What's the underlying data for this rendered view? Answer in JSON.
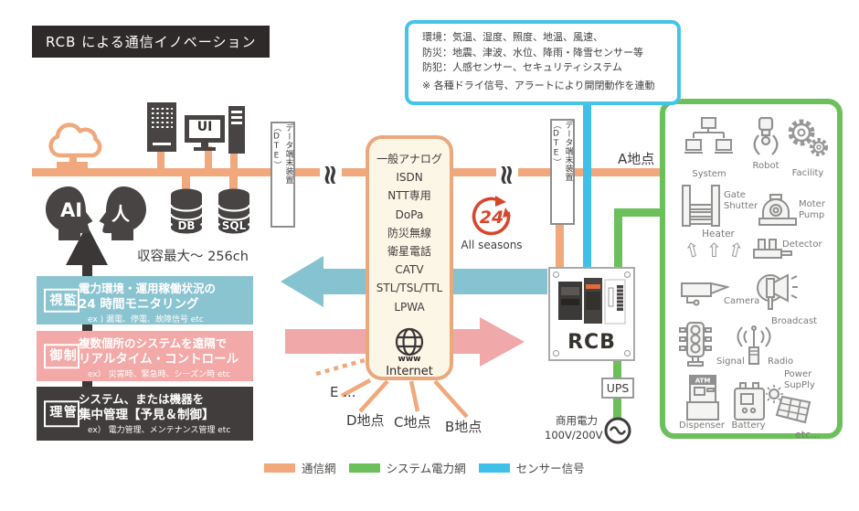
{
  "title": "RCB による通信イノベーション",
  "sensor_box": {
    "line1": "環境：気温、湿度、照度、地温、風速、",
    "line2": "防災：地震、津波、水位、降雨・降雪センサー等",
    "line3": "防犯：人感センサー、セキュリティシステム",
    "note": "※ 各種ドライ信号、アラートにより開閉動作を連動",
    "border_color": "#45c4e8"
  },
  "left_system": {
    "ui_label": "UI",
    "db_label": "DB",
    "sql_label": "SQL",
    "ai_label": "AI",
    "human_label": "人",
    "capacity": "収容最大〜 256ch"
  },
  "functions": [
    {
      "tag": "監視",
      "line1": "電力環境・運用稼働状況の",
      "line2": "24 時間モニタリング",
      "ex": "ex ) 漏電、停電、故障信号 etc",
      "bg": "#8ac4d0"
    },
    {
      "tag": "制御",
      "line1": "複数個所のシステムを遠隔で",
      "line2": "リアルタイム・コントロール",
      "ex": "ex） 災害時、緊急時、シーズン時 etc",
      "bg": "#f2a9a7"
    },
    {
      "tag": "管理",
      "line1": "システム、または機器を",
      "line2": "集中管理【予見＆制御】",
      "ex": "ex） 電力管理、メンテナンス管理 etc",
      "bg": "#413d3c"
    }
  ],
  "dte_left": {
    "label": "データ端末装置（DTE）"
  },
  "dte_right": {
    "label": "データ端末装置（DTE）"
  },
  "network_box": {
    "items": [
      "一般アナログ",
      "ISDN",
      "NTT専用",
      "DoPa",
      "防災無線",
      "衛星電話",
      "CATV",
      "STL/TSL/TTL",
      "LPWA"
    ],
    "www": "www",
    "internet": "Internet"
  },
  "all_seasons": {
    "number": "24",
    "label": "All seasons"
  },
  "sites": {
    "a": "A地点",
    "b": "B地点",
    "c": "C地点",
    "d": "D地点",
    "e": "E ..."
  },
  "rcb": {
    "label": "RCB",
    "ups": "UPS",
    "power_line1": "商用電力",
    "power_line2": "100V/200V"
  },
  "devices": [
    {
      "label": "System"
    },
    {
      "label": "Robot"
    },
    {
      "label": "Facility"
    },
    {
      "label": "Gate\nShutter"
    },
    {
      "label": "Moter\nPump"
    },
    {
      "label": "Heater"
    },
    {
      "label": "Detector"
    },
    {
      "label": "Camera"
    },
    {
      "label": "Broadcast"
    },
    {
      "label": "Signal"
    },
    {
      "label": "Radio"
    },
    {
      "label": "Power\nSupPly"
    },
    {
      "label": "Dispenser"
    },
    {
      "label": "Battery"
    },
    {
      "label": "etc..."
    }
  ],
  "legend": [
    {
      "label": "通信網",
      "color": "#f0a87c"
    },
    {
      "label": "システム電力網",
      "color": "#6cc05c"
    },
    {
      "label": "センサー信号",
      "color": "#3fc0e8"
    }
  ]
}
